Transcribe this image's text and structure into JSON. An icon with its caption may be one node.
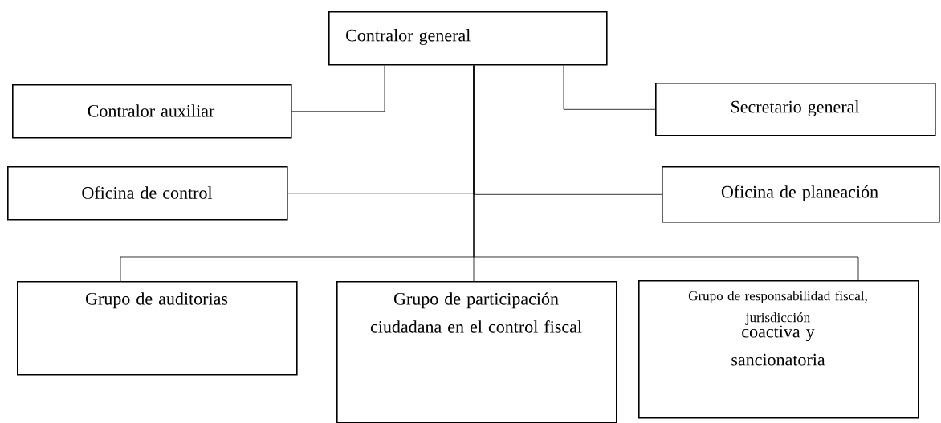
{
  "diagram": {
    "nodes": [
      {
        "text": [
          "Contralor general"
        ]
      },
      {
        "text": [
          "Contralor auxiliar"
        ]
      },
      {
        "text": [
          "Secretario general"
        ]
      },
      {
        "text": [
          "Oficina de control"
        ]
      },
      {
        "text": [
          "Oficina de planeación"
        ]
      },
      {
        "text": [
          "Grupo de auditorias"
        ]
      },
      {
        "text": [
          "Grupo de participación ciudadana en el control fiscal"
        ]
      },
      {
        "text": [
          "Grupo de responsabilidad fiscal, jurisdicción",
          "coactiva y sancionatoria"
        ]
      }
    ],
    "edges": [
      {
        "from": 0,
        "to": 1,
        "arrow": "none"
      },
      {
        "from": 0,
        "to": 2,
        "arrow": "none"
      },
      {
        "from": 0,
        "to": 3,
        "arrow": "none"
      },
      {
        "from": 0,
        "to": 4,
        "arrow": "none"
      },
      {
        "from": 0,
        "to": 5,
        "arrow": "none"
      },
      {
        "from": 0,
        "to": 6,
        "arrow": "none"
      },
      {
        "from": 0,
        "to": 7,
        "arrow": "none"
      }
    ]
  }
}
